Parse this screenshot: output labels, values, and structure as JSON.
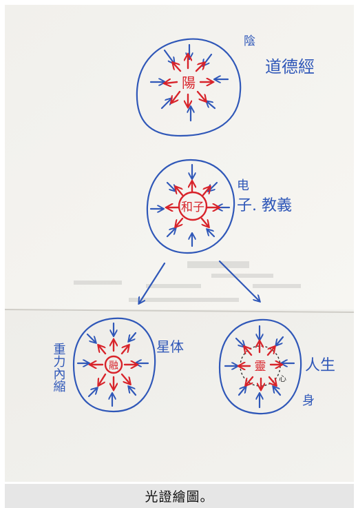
{
  "caption": "光證繪圖。",
  "diagram": {
    "top": {
      "center": "陽",
      "label_side": "陰",
      "label_text": "道德經"
    },
    "middle": {
      "center": "和子",
      "label_side": "电",
      "label_text": "子. 教義"
    },
    "bottom_left": {
      "center": "融",
      "label_right": "星体",
      "label_left": "重力內縮"
    },
    "bottom_right": {
      "center": "靈",
      "label_right": "人生",
      "label_bottom": "身",
      "label_inner": "心"
    }
  },
  "colors": {
    "blue_ink": "#2f57b8",
    "red_ink": "#d8232a",
    "paper": "#f4f3ef",
    "caption_bar": "#e6e6e6"
  }
}
